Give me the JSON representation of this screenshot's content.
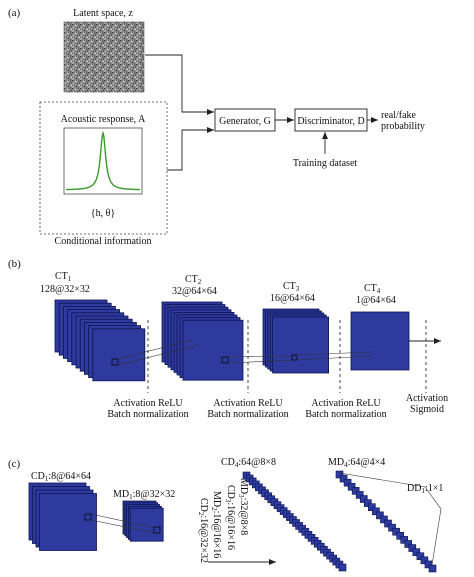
{
  "panel_a": {
    "label": "(a)",
    "latent_label": "Latent space, z",
    "acoustic_label": "Acoustic response, A",
    "params_label": "{h, θ}",
    "conditional_label": "Conditional information",
    "generator_label": "Generator, G",
    "discriminator_label": "Discriminator, D",
    "output_label_1": "real/fake",
    "output_label_2": "probability",
    "training_label": "Training dataset",
    "curve_color": "#3a9a2a"
  },
  "panel_b": {
    "label": "(b)",
    "layers": [
      {
        "name": "CT",
        "sub": "1",
        "dims": "128@32×32"
      },
      {
        "name": "CT",
        "sub": "2",
        "dims": "32@64×64"
      },
      {
        "name": "CT",
        "sub": "3",
        "dims": "16@64×64"
      },
      {
        "name": "CT",
        "sub": "4",
        "dims": "1@64×64"
      }
    ],
    "activations": [
      {
        "line1": "Activation ReLU",
        "line2": "Batch normalization"
      },
      {
        "line1": "Activation ReLU",
        "line2": "Batch normalization"
      },
      {
        "line1": "Activation ReLU",
        "line2": "Batch normalization"
      },
      {
        "line1": "Activation",
        "line2": "Sigmoid"
      }
    ]
  },
  "panel_c": {
    "label": "(c)",
    "cd1": {
      "name": "CD",
      "sub": "1",
      "dims": ":8@64×64"
    },
    "md1": {
      "name": "MD",
      "sub": "1",
      "dims": ":8@32×32"
    },
    "rotated": [
      {
        "name": "CD",
        "sub": "2",
        "dims": ":16@32×32"
      },
      {
        "name": "MD",
        "sub": "2",
        "dims": ":16@16×16"
      },
      {
        "name": "CD",
        "sub": "3",
        "dims": ":16@16×16"
      },
      {
        "name": "MD",
        "sub": "3",
        "dims": ":32@8×8"
      }
    ],
    "cd4": {
      "name": "CD",
      "sub": "4",
      "dims": ":64@8×8"
    },
    "md4": {
      "name": "MD",
      "sub": "4",
      "dims": ":64@4×4"
    },
    "dd1": {
      "name": "DD",
      "sub": "1",
      "dims": ":1×1"
    }
  },
  "colors": {
    "feature_map": "#2e3a9e",
    "feature_edge": "#0c1450"
  }
}
